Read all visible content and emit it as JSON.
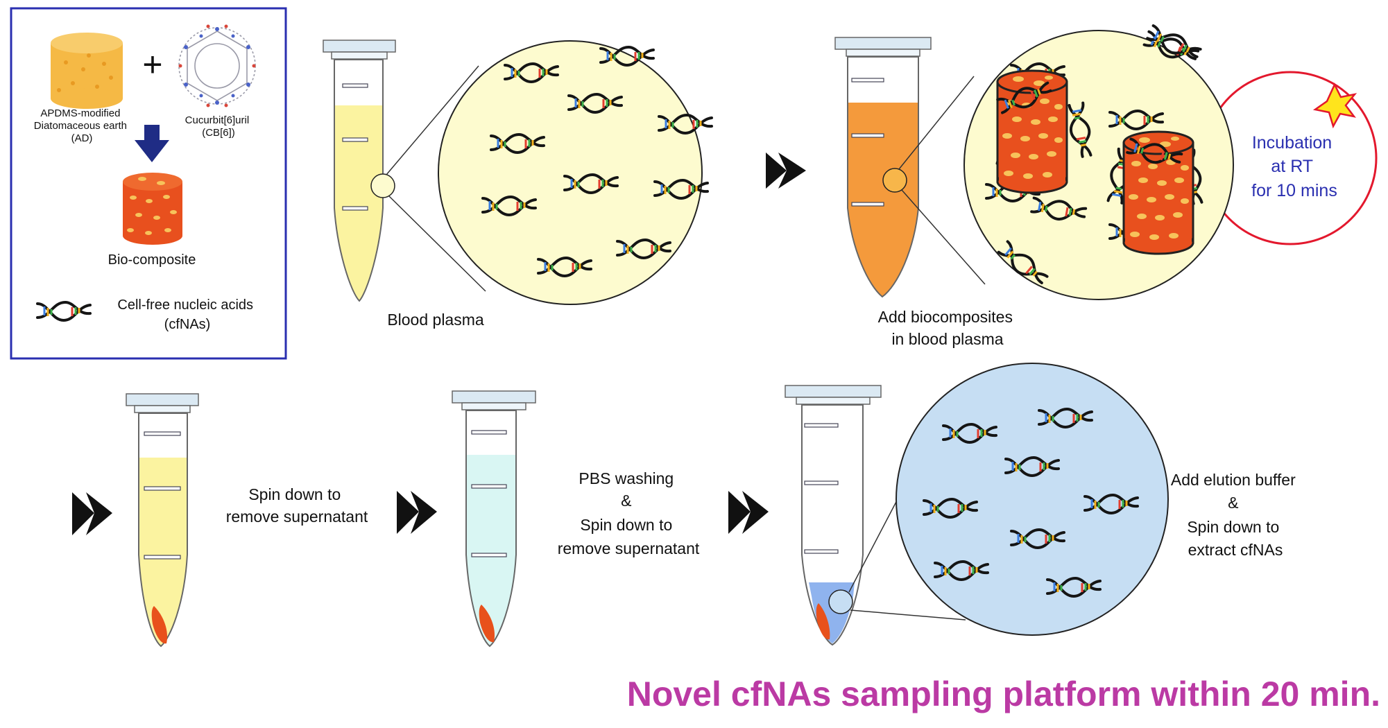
{
  "legend": {
    "ad_label": [
      "APDMS-modified",
      "Diatomaceous earth",
      "(AD)"
    ],
    "cb_label": [
      "Cucurbit[6]uril",
      "(CB[6])"
    ],
    "plus": "+",
    "biocomposite_label": "Bio-composite",
    "cfna_label": [
      "Cell-free nucleic acids",
      "(cfNAs)"
    ]
  },
  "steps": {
    "step1": [
      "Blood plasma"
    ],
    "step2": [
      "Add biocomposites",
      "in blood plasma"
    ],
    "incubation": [
      "Incubation",
      "at RT",
      "for 10 mins"
    ],
    "step3": [
      "Spin down to",
      "remove supernatant"
    ],
    "step4": [
      "PBS washing",
      "&",
      "Spin down to",
      "remove supernatant"
    ],
    "step5": [
      "Add elution buffer",
      "&",
      "Spin down to",
      "extract cfNAs"
    ]
  },
  "footer": {
    "title": "Novel cfNAs sampling platform within 20 min."
  },
  "colors": {
    "plasma": "#fbf3a0",
    "plasma_zoom": "#fdfbcf",
    "orange_plasma": "#f49a3c",
    "pbs": "#d9f6f3",
    "elution": "#8fb3ee",
    "elution_zoom": "#c6def3",
    "pellet": "#e8511c",
    "biocomposite": "#e8501e",
    "diatom": "#f5b945",
    "accent_blue": "#2a2fb0",
    "red_cycle": "#e3182d",
    "title_magenta": "#bb3aa4",
    "arrow_navy": "#1f2c85"
  },
  "icons": [
    "dna-icon",
    "cylinder-icon",
    "tube-icon",
    "star-icon",
    "chevron-arrow-icon",
    "down-arrow-icon"
  ]
}
